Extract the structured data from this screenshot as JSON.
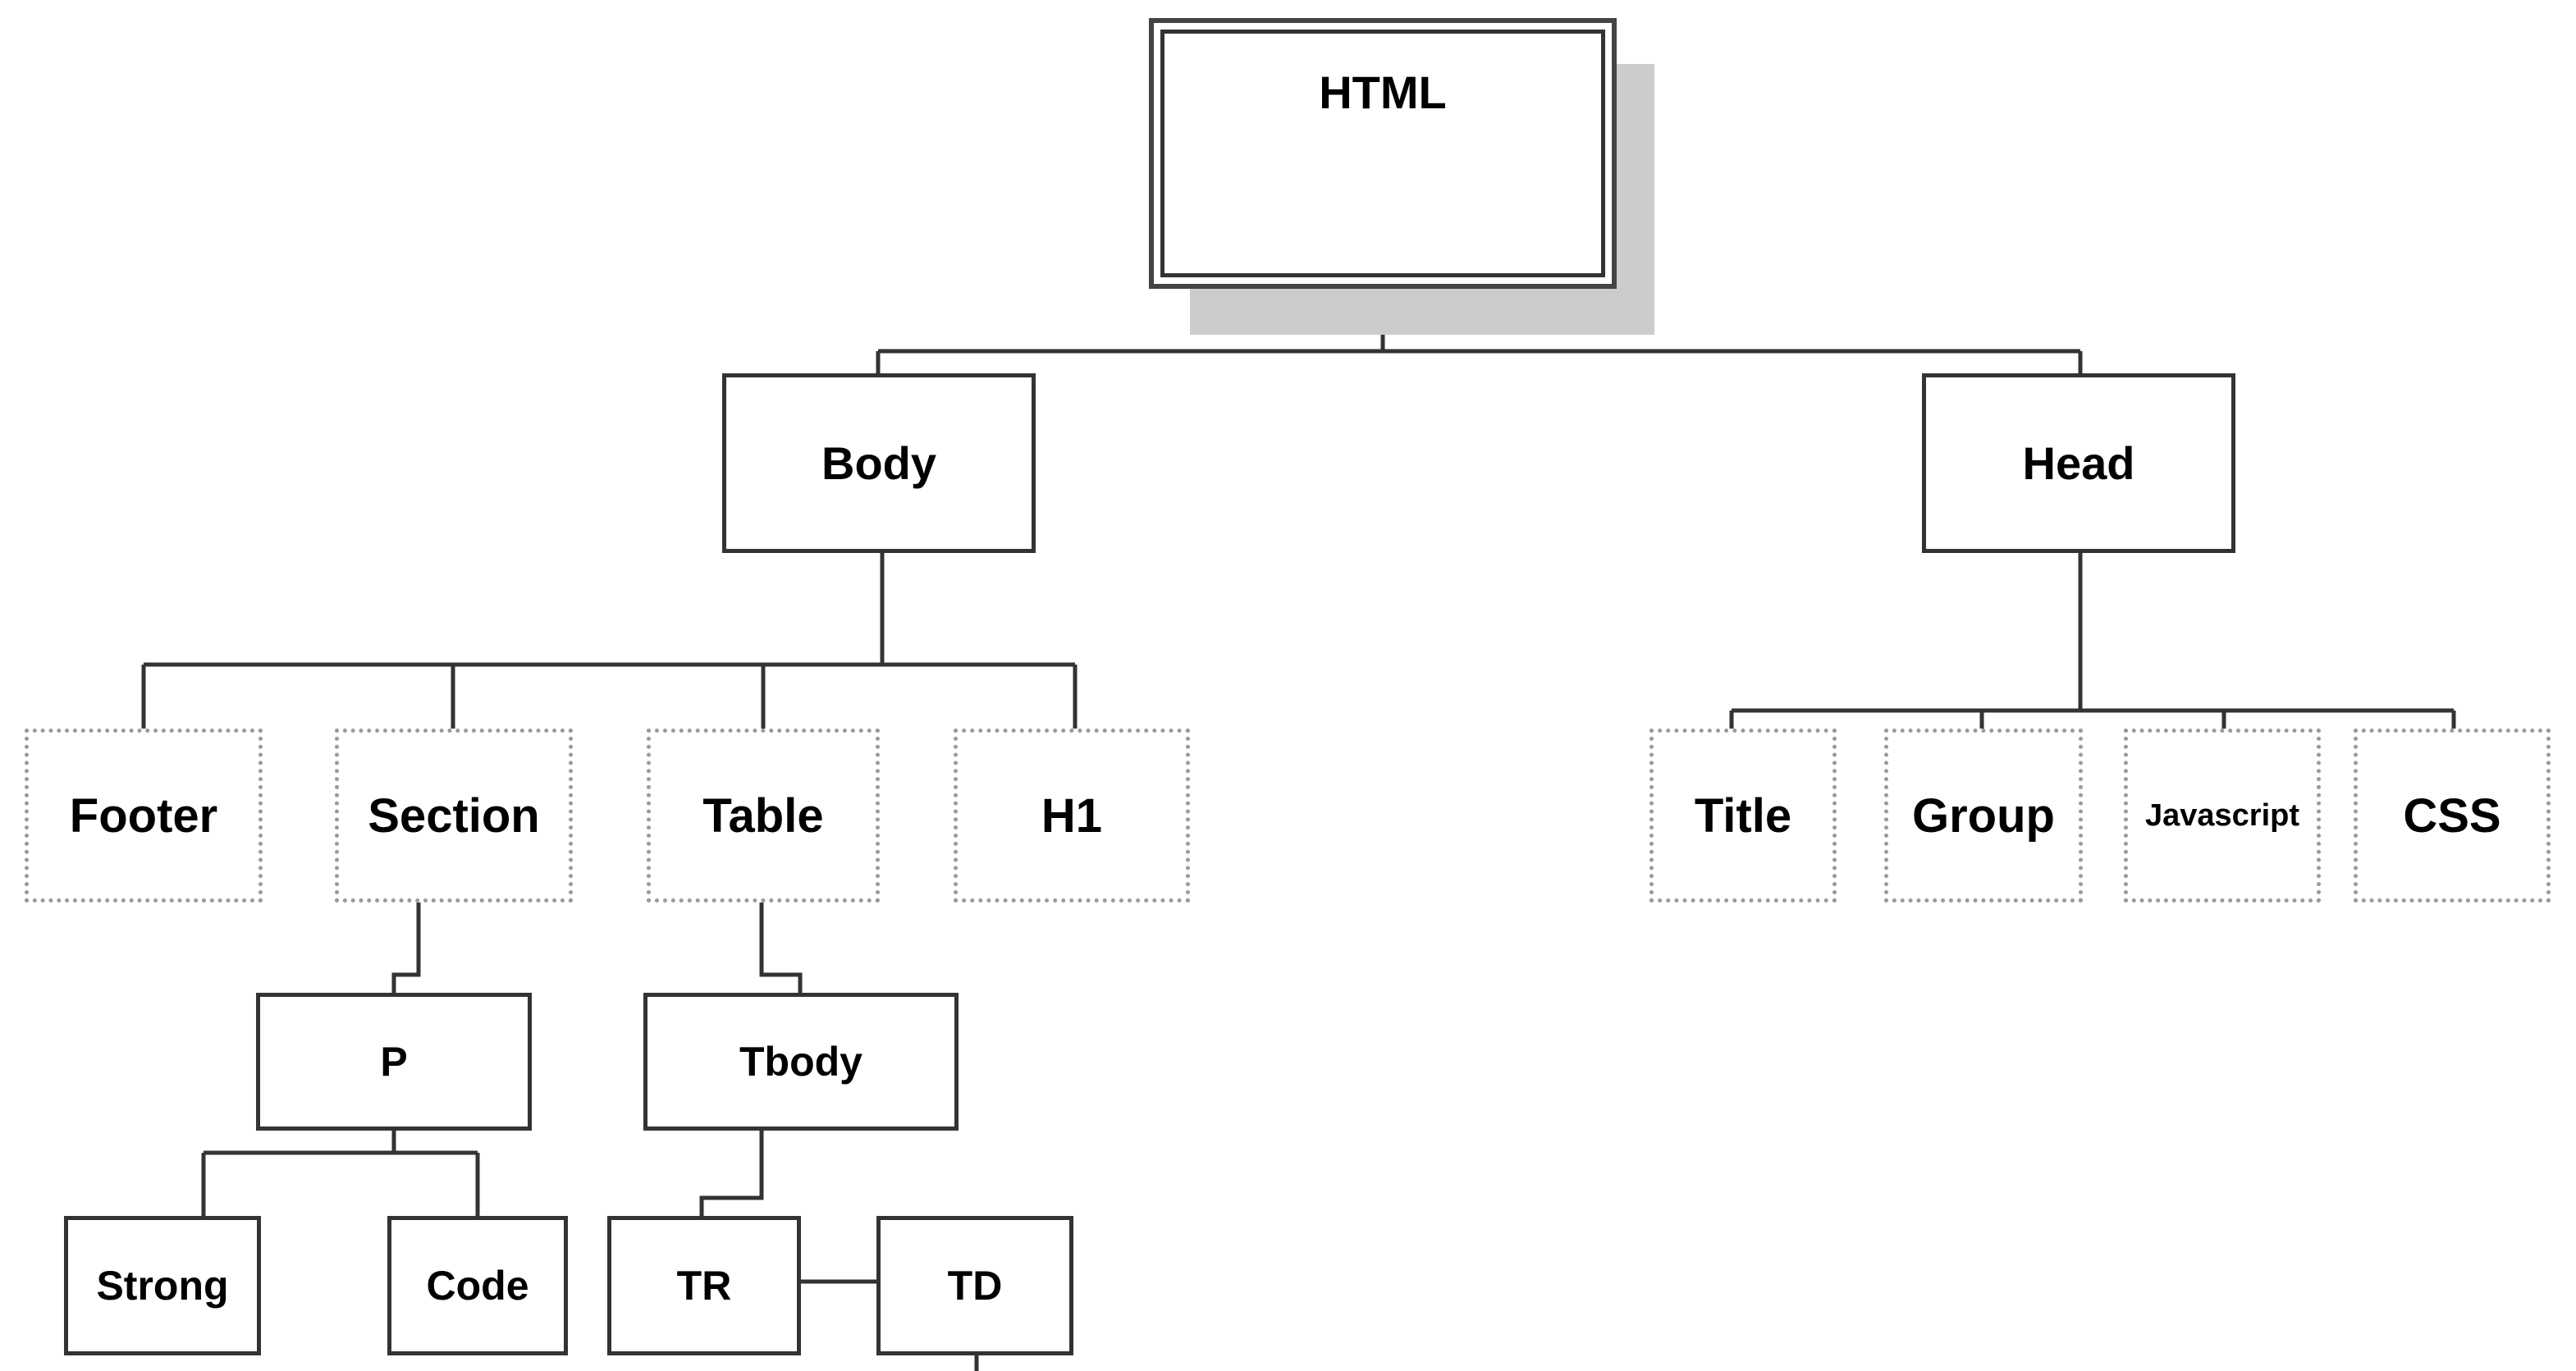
{
  "diagram": {
    "root": {
      "label": "HTML"
    },
    "body": {
      "label": "Body",
      "children": {
        "footer": "Footer",
        "section": "Section",
        "table": "Table",
        "h1": "H1"
      }
    },
    "head": {
      "label": "Head",
      "children": {
        "title": "Title",
        "group": "Group",
        "javascript": "Javascript",
        "css": "CSS"
      }
    },
    "p": {
      "label": "P",
      "children": {
        "strong": "Strong",
        "code": "Code"
      }
    },
    "tbody": {
      "label": "Tbody",
      "children": {
        "tr": "TR",
        "td": "TD"
      }
    }
  }
}
